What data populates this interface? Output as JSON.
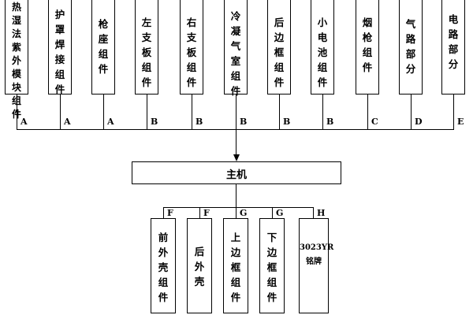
{
  "diagram": {
    "top_modules": [
      {
        "label": "热湿法紫外模块组件",
        "tag": "A"
      },
      {
        "label": "护罩焊接组件",
        "tag": "A"
      },
      {
        "label": "枪座组件",
        "tag": "A"
      },
      {
        "label": "左支板组件",
        "tag": "B"
      },
      {
        "label": "右支板组件",
        "tag": "B"
      },
      {
        "label": "冷凝气室组件",
        "tag": "B"
      },
      {
        "label": "后边框组件",
        "tag": "B"
      },
      {
        "label": "小电池组件",
        "tag": "B"
      },
      {
        "label": "烟枪组件",
        "tag": "C"
      },
      {
        "label": "气路部分",
        "tag": "D"
      },
      {
        "label": "电路部分",
        "tag": "E"
      }
    ],
    "main_unit": {
      "label": "主机"
    },
    "bottom_modules": [
      {
        "label": "前外壳组件",
        "tag": "F"
      },
      {
        "label": "后外壳",
        "tag": "F"
      },
      {
        "label": "上边框组件",
        "tag": "G"
      },
      {
        "label": "下边框组件",
        "tag": "G"
      },
      {
        "label": "3023YR\n铭牌",
        "tag": "H"
      }
    ]
  }
}
